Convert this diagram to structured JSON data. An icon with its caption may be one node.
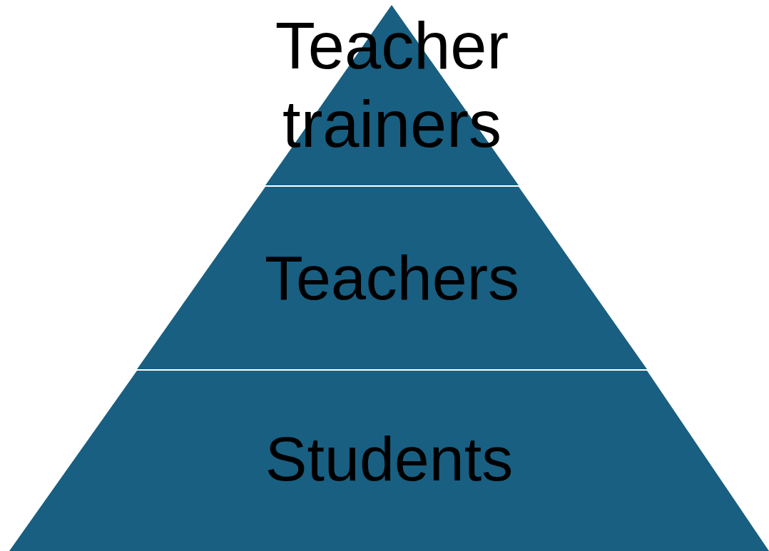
{
  "diagram": {
    "nodes": [
      {
        "text": [
          "Teacher trainers"
        ]
      },
      {
        "text": [
          "Teachers"
        ]
      },
      {
        "text": [
          "Students"
        ]
      }
    ]
  }
}
